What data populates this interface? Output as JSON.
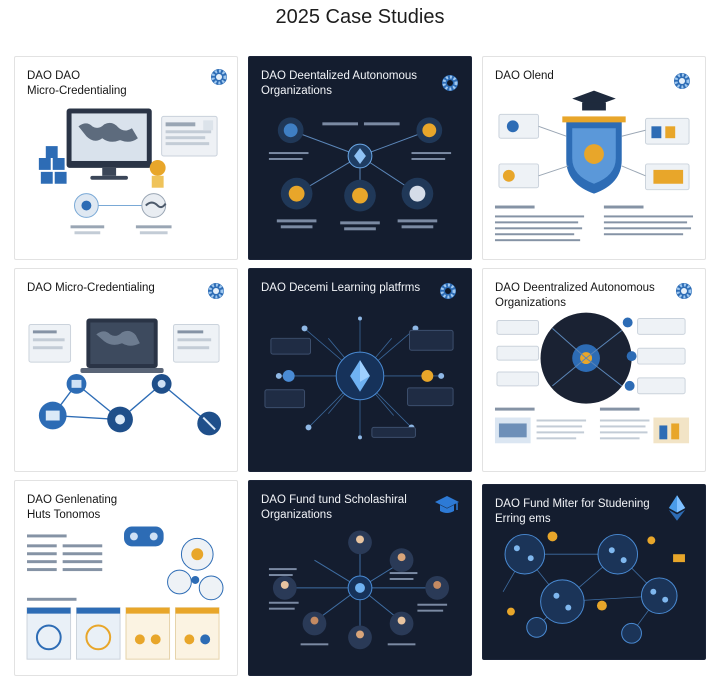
{
  "page": {
    "title": "2025 Case Studies"
  },
  "colors": {
    "dark_card": "#141d2f",
    "accent_blue": "#2f6fc0",
    "accent_gold": "#e8a62a",
    "line_light": "#7aa9d6"
  },
  "cards": [
    {
      "title": "DAO DAO\nMicro-Credentialing",
      "theme": "light",
      "icon": "gear-icon"
    },
    {
      "title": "DAO Deentalized Autonomous\nOrganizations",
      "theme": "dark",
      "icon": "gear-icon"
    },
    {
      "title": "DAO Olend",
      "theme": "light",
      "icon": "gear-icon"
    },
    {
      "title": "DAO Micro-Credentialing",
      "theme": "light",
      "icon": "gear-icon"
    },
    {
      "title": "DAO Decemi Learning platfrms",
      "theme": "dark",
      "icon": "gear-icon"
    },
    {
      "title": "DAO Deentralized Autonomous\nOrganizations",
      "theme": "light",
      "icon": "gear-icon"
    },
    {
      "title": "DAO Genlenating\nHuts Tonomos",
      "theme": "light",
      "icon": "none"
    },
    {
      "title": "DAO Fund tund Scholashiral\nOrganizations",
      "theme": "dark",
      "icon": "graduation-cap-icon"
    },
    {
      "title": "DAO Fund Miter for Studening\nErring ems",
      "theme": "dark",
      "icon": "ethereum-icon"
    }
  ]
}
